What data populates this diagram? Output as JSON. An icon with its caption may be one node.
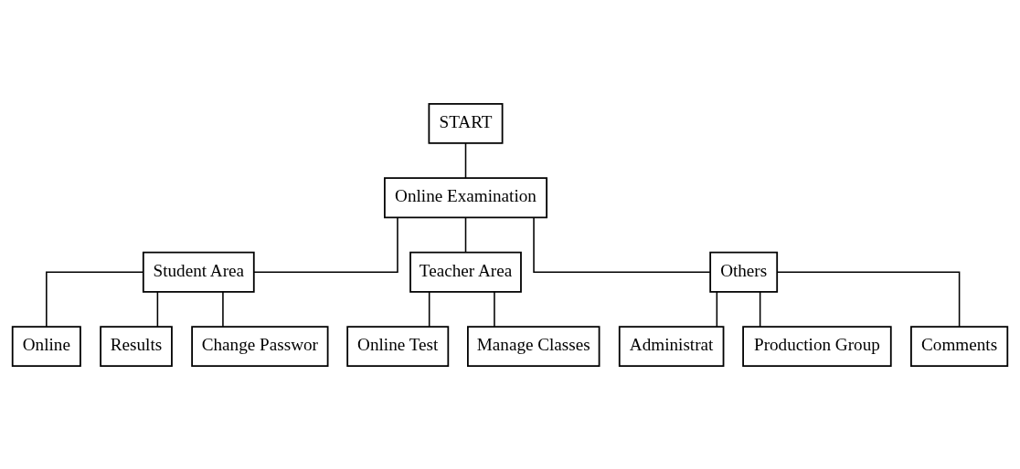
{
  "diagram": {
    "nodes": [
      {
        "text": [
          "START"
        ]
      },
      {
        "text": [
          "Online Examination"
        ]
      },
      {
        "text": [
          "Student Area"
        ]
      },
      {
        "text": [
          "Teacher Area"
        ]
      },
      {
        "text": [
          "Others"
        ]
      },
      {
        "text": [
          "Online"
        ]
      },
      {
        "text": [
          "Results"
        ]
      },
      {
        "text": [
          "Change Passwor"
        ]
      },
      {
        "text": [
          "Online Test"
        ]
      },
      {
        "text": [
          "Manage Classes"
        ]
      },
      {
        "text": [
          "Administrat"
        ]
      },
      {
        "text": [
          "Production Group"
        ]
      },
      {
        "text": [
          "Comments"
        ]
      }
    ],
    "edges": [
      {
        "from": 0,
        "to": 1,
        "arrow": "none"
      },
      {
        "from": 1,
        "to": 2,
        "arrow": "none"
      },
      {
        "from": 1,
        "to": 3,
        "arrow": "none"
      },
      {
        "from": 1,
        "to": 4,
        "arrow": "none"
      },
      {
        "from": 2,
        "to": 5,
        "arrow": "none"
      },
      {
        "from": 2,
        "to": 6,
        "arrow": "none"
      },
      {
        "from": 2,
        "to": 7,
        "arrow": "none"
      },
      {
        "from": 3,
        "to": 8,
        "arrow": "none"
      },
      {
        "from": 3,
        "to": 9,
        "arrow": "none"
      },
      {
        "from": 4,
        "to": 10,
        "arrow": "none"
      },
      {
        "from": 4,
        "to": 11,
        "arrow": "none"
      },
      {
        "from": 4,
        "to": 12,
        "arrow": "none"
      }
    ]
  }
}
